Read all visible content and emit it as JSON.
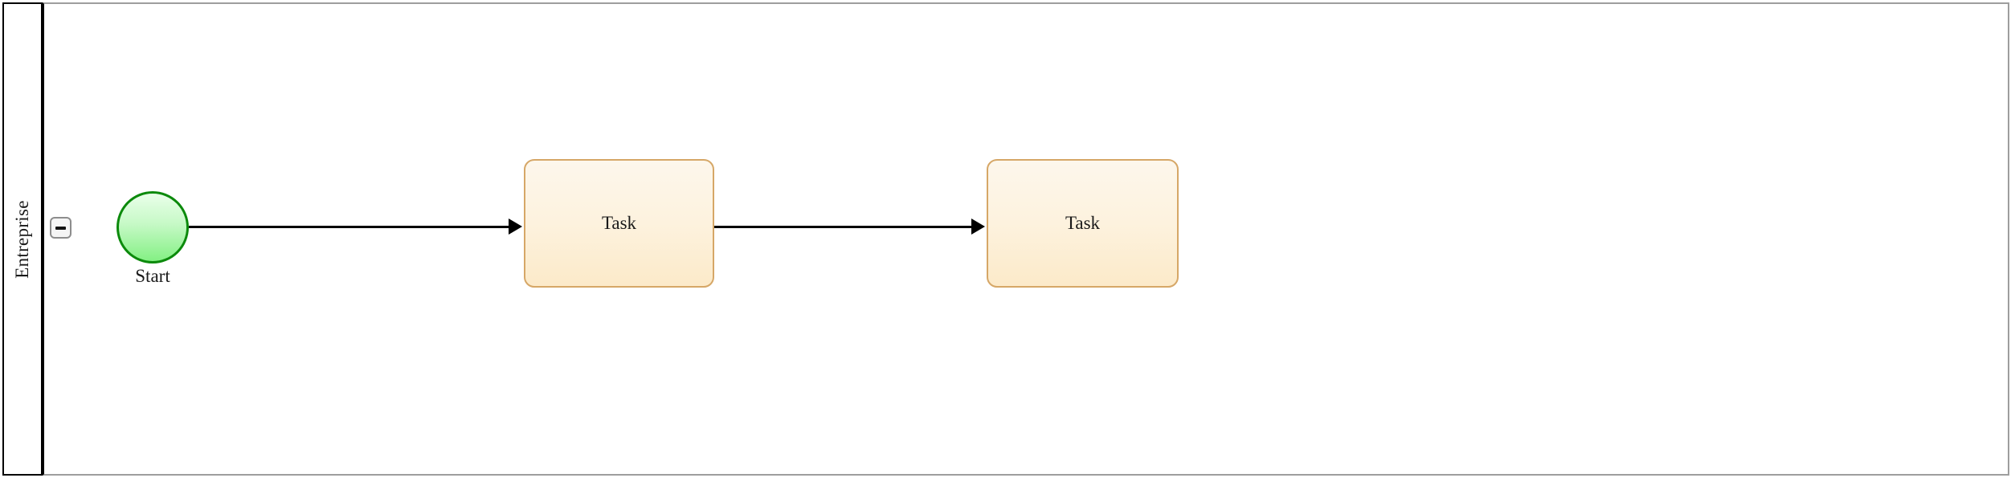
{
  "diagram": {
    "type": "bpmn-process",
    "pool": {
      "name": "Entreprise",
      "collapse_control": {
        "icon": "minus-icon",
        "state": "expanded"
      }
    },
    "nodes": [
      {
        "id": "start-event",
        "kind": "start-event",
        "label": "Start",
        "shape": "circle",
        "fill_top": "#eaffea",
        "fill_bottom": "#84f084",
        "stroke": "#0c8a0c"
      },
      {
        "id": "task-1",
        "kind": "task",
        "label": "Task",
        "shape": "rounded-rect",
        "fill_top": "#fdf7ec",
        "fill_bottom": "#fceac9",
        "stroke": "#d6a767"
      },
      {
        "id": "task-2",
        "kind": "task",
        "label": "Task",
        "shape": "rounded-rect",
        "fill_top": "#fdf7ec",
        "fill_bottom": "#fceac9",
        "stroke": "#d6a767"
      }
    ],
    "flows": [
      {
        "id": "flow-1",
        "from": "start-event",
        "to": "task-1",
        "kind": "sequence-flow",
        "color": "#000000"
      },
      {
        "id": "flow-2",
        "from": "task-1",
        "to": "task-2",
        "kind": "sequence-flow",
        "color": "#000000"
      }
    ]
  }
}
